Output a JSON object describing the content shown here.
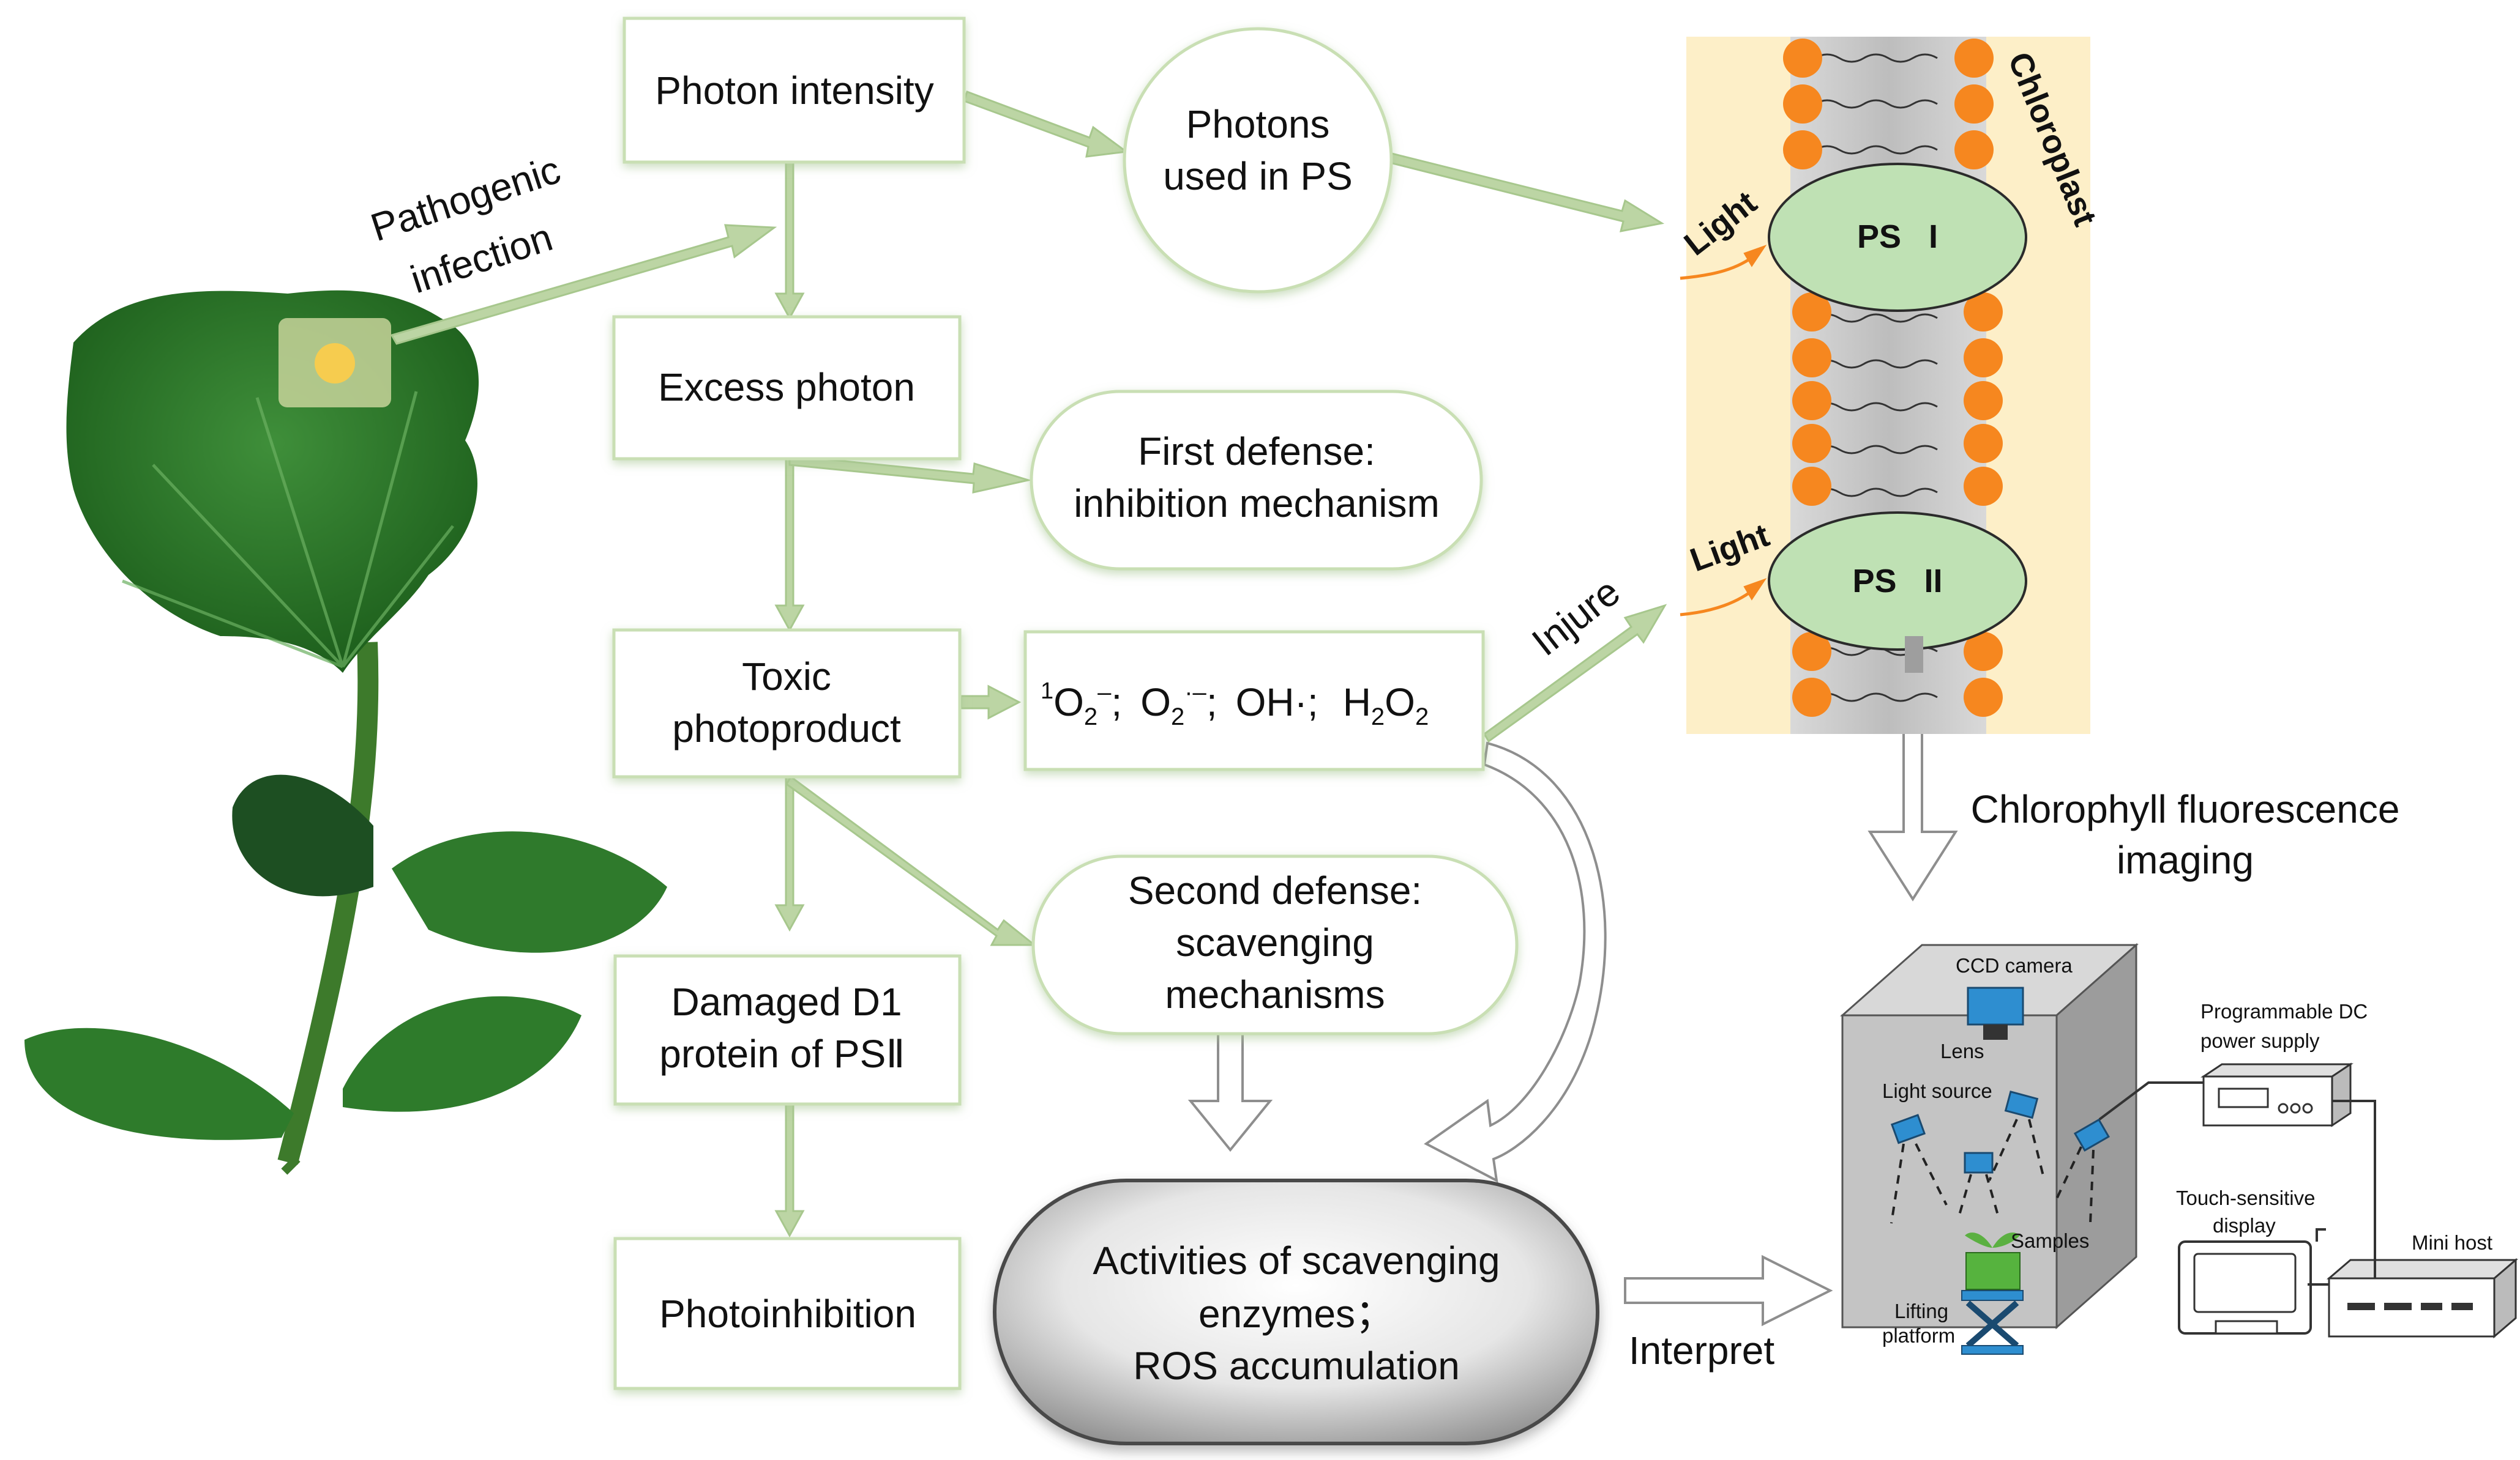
{
  "boxes": {
    "photon_intensity": "Photon intensity",
    "excess_photon": "Excess photon",
    "toxic_1": "Toxic",
    "toxic_2": "photoproduct",
    "damaged_1": "Damaged D1",
    "damaged_2": "protein of PSⅡ",
    "photoinhibition": "Photoinhibition"
  },
  "ovals": {
    "photons_used_1": "Photons",
    "photons_used_2": "used in PS",
    "first_defense_1": "First defense:",
    "first_defense_2": "inhibition mechanism",
    "second_defense_1": "Second defense:",
    "second_defense_2": "scavenging",
    "second_defense_3": "mechanisms",
    "activities_1": "Activities of scavenging",
    "activities_2": "enzymes；",
    "activities_3": "ROS accumulation"
  },
  "ros": {
    "sup1": "1",
    "o2a": "O",
    "sub2a": "2",
    "supa": "–",
    "sep1": ";",
    "o2b": "O",
    "sub2b": "2",
    "supb": "·–",
    "sep2": ";",
    "oh": "OH·",
    "sep3": ";",
    "h": "H",
    "sub2c": "2",
    "o": "O",
    "sub2d": "2"
  },
  "labels": {
    "pathogenic_1": "Pathogenic",
    "pathogenic_2": "infection",
    "injure": "Injure",
    "light_1": "Light",
    "light_2": "Light",
    "ps1": "PS   I",
    "ps2": "PS   II",
    "chloroplast": "Chloroplast",
    "cf_1": "Chlorophyll fluorescence",
    "cf_2": "imaging",
    "interpret": "Interpret"
  },
  "device": {
    "ccd_camera": "CCD camera",
    "lens": "Lens",
    "light_source": "Light source",
    "samples": "Samples",
    "lifting_1": "Lifting",
    "lifting_2": "platform",
    "power_1": "Programmable DC",
    "power_2": "power supply",
    "display_1": "Touch-sensitive",
    "display_2": "display",
    "mini_host": "Mini host"
  },
  "colors": {
    "box_border": "#c9dfb4",
    "arrow_green": "#b9d3a0",
    "ps_fill": "#bfe1b4",
    "lipid_orange": "#f6871f",
    "membrane_bg": "#fdefc8",
    "device_gray": "#c8c8c8",
    "device_blue": "#2e8ed0"
  }
}
